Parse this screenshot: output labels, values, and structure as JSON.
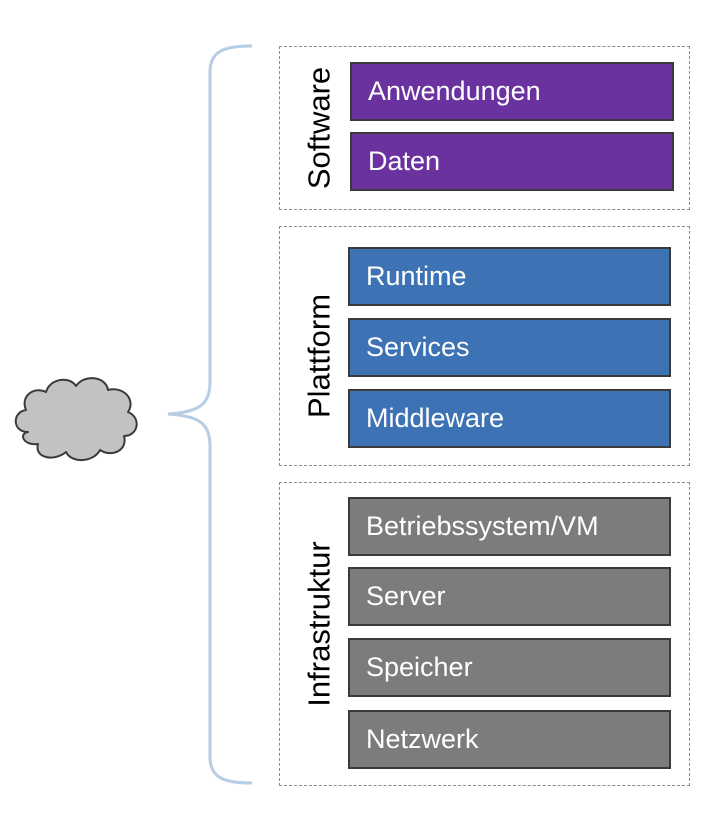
{
  "colors": {
    "software": "#6a329f",
    "platform": "#3d72b4",
    "infrastructure": "#7c7c7c",
    "brace": "#b7cde4",
    "cloud_fill": "#c2c2c2",
    "cloud_stroke": "#3a3a3a"
  },
  "icons": {
    "cloud": "cloud-icon",
    "brace": "curly-brace"
  },
  "groups": {
    "software": {
      "label": "Software",
      "layers": [
        "Anwendungen",
        "Daten"
      ]
    },
    "platform": {
      "label": "Plattform",
      "layers": [
        "Runtime",
        "Services",
        "Middleware"
      ]
    },
    "infrastructure": {
      "label": "Infrastruktur",
      "layers": [
        "Betriebssystem/VM",
        "Server",
        "Speicher",
        "Netzwerk"
      ]
    }
  }
}
